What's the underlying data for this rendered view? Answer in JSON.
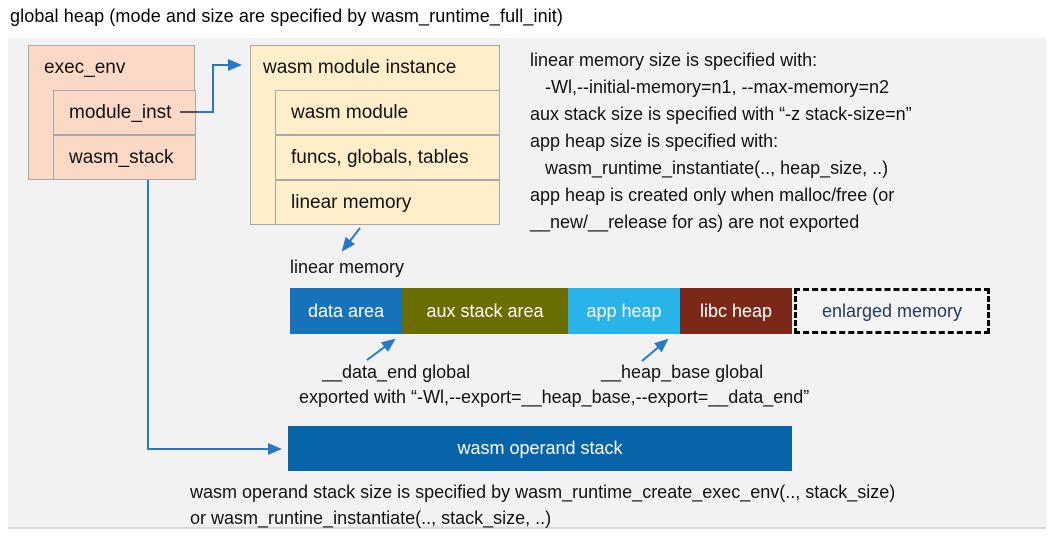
{
  "title": "global heap (mode and size are specified by wasm_runtime_full_init)",
  "exec_env": {
    "title": "exec_env",
    "fields": [
      "module_inst",
      "wasm_stack"
    ]
  },
  "wasm_module_instance": {
    "title": "wasm module instance",
    "fields": [
      "wasm module",
      "funcs, globals, tables",
      "linear memory"
    ]
  },
  "notes_right": [
    "linear memory size is specified with:",
    "-Wl,--initial-memory=n1, --max-memory=n2",
    "aux stack size is specified with “-z stack-size=n”",
    "app heap size is specified with:",
    "wasm_runtime_instantiate(.., heap_size, ..)",
    "app heap is created only when malloc/free (or",
    "__new/__release for as) are not exported"
  ],
  "linear_memory": {
    "label": "linear memory",
    "segments": [
      {
        "label": "data area",
        "color": "#1673ba",
        "text_color": "#ffffff"
      },
      {
        "label": "aux stack area",
        "color": "#6a6e00",
        "text_color": "#ffffff"
      },
      {
        "label": "app heap",
        "color": "#29b4e9",
        "text_color": "#ffffff"
      },
      {
        "label": "libc heap",
        "color": "#7c2818",
        "text_color": "#ffffff"
      },
      {
        "label": "enlarged memory",
        "color": "#f4f4f4",
        "text_color": "#1f3864",
        "border_style": "dashed black"
      }
    ]
  },
  "annotations": {
    "data_end_label": "__data_end global",
    "heap_base_label": "__heap_base global",
    "export_note": "exported with “-Wl,--export=__heap_base,--export=__data_end”"
  },
  "operand_stack": {
    "label": "wasm operand stack",
    "color": "#0864a8"
  },
  "notes_bottom": [
    "wasm operand stack size is specified by wasm_runtime_create_exec_env(.., stack_size)",
    "or wasm_runtine_instantiate(.., stack_size, ..)"
  ],
  "colors": {
    "panel_background": "#f2f2f2",
    "exec_env_box": "#fbd9c6",
    "module_instance_box": "#feeeca",
    "box_border": "#a9a9a9",
    "arrow": "#2878c8"
  }
}
